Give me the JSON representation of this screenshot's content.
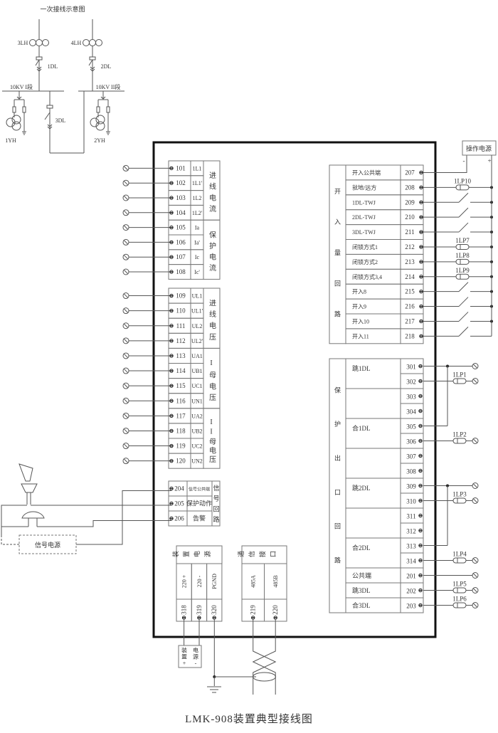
{
  "title": "LMK-908装置典型接线图",
  "primary": {
    "title": "一次接线示意图",
    "ct_left": "3LH",
    "ct_right": "4LH",
    "breaker_left": "1DL",
    "breaker_right": "2DL",
    "bus_left": "10KV I段",
    "bus_right": "10KV II段",
    "bus_tie": "3DL",
    "pt_left": "1YH",
    "pt_right": "2YH"
  },
  "analog_current": {
    "rows": [
      [
        "101",
        "1L1"
      ],
      [
        "102",
        "1L1'"
      ],
      [
        "103",
        "1L2"
      ],
      [
        "104",
        "1L2'"
      ],
      [
        "105",
        "Ia"
      ],
      [
        "106",
        "Ia'"
      ],
      [
        "107",
        "Ic"
      ],
      [
        "108",
        "Ic'"
      ]
    ],
    "groups": [
      "进线电流",
      "保护电流"
    ]
  },
  "analog_voltage": {
    "rows": [
      [
        "109",
        "UL1"
      ],
      [
        "110",
        "UL1'"
      ],
      [
        "111",
        "UL2"
      ],
      [
        "112",
        "UL2'"
      ],
      [
        "113",
        "UA1"
      ],
      [
        "114",
        "UB1"
      ],
      [
        "115",
        "UC1"
      ],
      [
        "116",
        "UN1"
      ],
      [
        "117",
        "UA2"
      ],
      [
        "118",
        "UB2"
      ],
      [
        "119",
        "UC2"
      ],
      [
        "120",
        "UN2"
      ]
    ],
    "groups": [
      "进线电压",
      "I母电压",
      "II母电压"
    ]
  },
  "signal": {
    "rows": [
      [
        "204",
        "信号公共端"
      ],
      [
        "205",
        "保护动作"
      ],
      [
        "206",
        "告警"
      ]
    ],
    "group": "信号回路",
    "power": "信号电源"
  },
  "binary_inputs": {
    "group": "开入量回路",
    "power_supply": "操作电源",
    "minus": "-",
    "plus": "+",
    "rows": [
      {
        "label": "开入公共端",
        "term": "207",
        "conn": "common"
      },
      {
        "label": "就地/远方",
        "term": "208",
        "conn": "fuse",
        "lp": "1LP10"
      },
      {
        "label": "1DL-TWJ",
        "term": "209",
        "conn": "switch"
      },
      {
        "label": "2DL-TWJ",
        "term": "210",
        "conn": "switch"
      },
      {
        "label": "3DL-TWJ",
        "term": "211",
        "conn": "switch"
      },
      {
        "label": "闭锁方式1",
        "term": "212",
        "conn": "fuse",
        "lp": "1LP7"
      },
      {
        "label": "闭锁方式2",
        "term": "213",
        "conn": "fuse",
        "lp": "1LP8"
      },
      {
        "label": "闭锁方式3,4",
        "term": "214",
        "conn": "fuse",
        "lp": "1LP9"
      },
      {
        "label": "开入8",
        "term": "215",
        "conn": "switch"
      },
      {
        "label": "开入9",
        "term": "216",
        "conn": "switch"
      },
      {
        "label": "开入10",
        "term": "217",
        "conn": "switch"
      },
      {
        "label": "开入11",
        "term": "218",
        "conn": "switch"
      }
    ]
  },
  "outputs": {
    "group": "保护出口回路",
    "labels": [
      {
        "text": "跳1DL",
        "span": 2
      },
      {
        "text": "",
        "span": 2
      },
      {
        "text": "合1DL",
        "span": 2
      },
      {
        "text": "",
        "span": 2
      },
      {
        "text": "跳2DL",
        "span": 2
      },
      {
        "text": "",
        "span": 2
      },
      {
        "text": "合2DL",
        "span": 2
      },
      {
        "text": "公共端",
        "span": 1
      },
      {
        "text": "跳3DL",
        "span": 1
      },
      {
        "text": "合3DL",
        "span": 1
      }
    ],
    "rows": [
      {
        "term": "301",
        "conn": "jumper_start"
      },
      {
        "term": "302",
        "conn": "fuse",
        "lp": "1LP1"
      },
      {
        "term": "303",
        "conn": "none"
      },
      {
        "term": "304",
        "conn": "none"
      },
      {
        "term": "305",
        "conn": "jumper_end"
      },
      {
        "term": "306",
        "conn": "fuse",
        "lp": "1LP2"
      },
      {
        "term": "307",
        "conn": "none"
      },
      {
        "term": "308",
        "conn": "none"
      },
      {
        "term": "309",
        "conn": "jumper_start"
      },
      {
        "term": "310",
        "conn": "fuse",
        "lp": "1LP3"
      },
      {
        "term": "311",
        "conn": "none"
      },
      {
        "term": "312",
        "conn": "none"
      },
      {
        "term": "313",
        "conn": "jumper_end"
      },
      {
        "term": "314",
        "conn": "fuse",
        "lp": "1LP4"
      },
      {
        "term": "201",
        "conn": "direct"
      },
      {
        "term": "202",
        "conn": "fuse",
        "lp": "1LP5"
      },
      {
        "term": "203",
        "conn": "fuse",
        "lp": "1LP6"
      }
    ]
  },
  "device_power": {
    "header": "装置电源",
    "cols": [
      {
        "label": "220 +",
        "term": "318"
      },
      {
        "label": "220 -",
        "term": "319"
      },
      {
        "label": "PGND",
        "term": "320"
      }
    ],
    "supply": [
      "装置+",
      "电源-"
    ]
  },
  "comm": {
    "header": "通信接口",
    "cols": [
      {
        "label": "485A",
        "term": "219"
      },
      {
        "label": "485B",
        "term": "220"
      }
    ]
  }
}
